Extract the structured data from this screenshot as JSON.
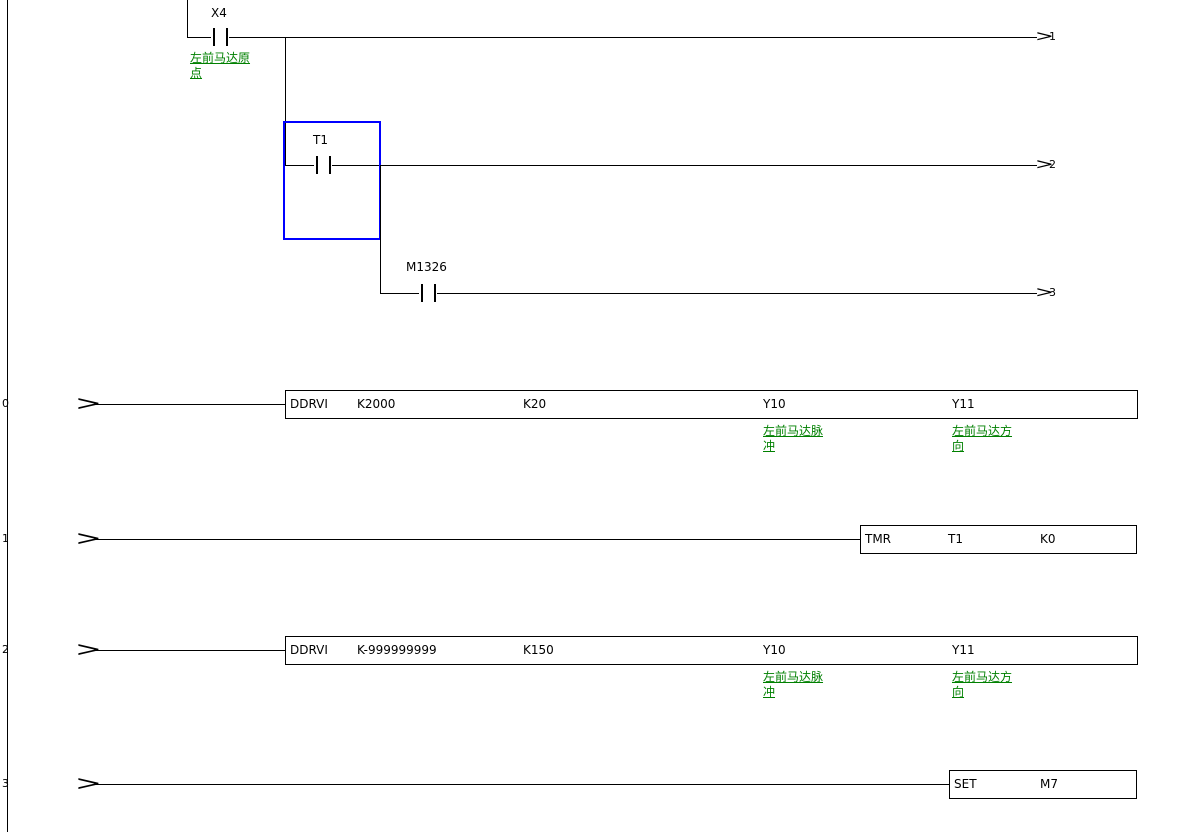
{
  "colors": {
    "wire": "#000000",
    "comment": "#008000",
    "selection_box": "#0000ff",
    "background": "#ffffff"
  },
  "top_network": {
    "x4_label": "X4",
    "x4_comment": "左前马达原\n点",
    "t1_label": "T1",
    "m1326_label": "M1326",
    "exit1": {
      "arrow": ">",
      "num": "1"
    },
    "exit2": {
      "arrow": ">",
      "num": "2"
    },
    "exit3": {
      "arrow": ">",
      "num": "3"
    }
  },
  "rungs": [
    {
      "index": "0",
      "entry": ">",
      "op": "DDRVI",
      "arg1": "K2000",
      "arg2": "K20",
      "arg3": "Y10",
      "arg4": "Y11",
      "comment_arg3": "左前马达脉\n冲",
      "comment_arg4": "左前马达方\n向"
    },
    {
      "index": "1",
      "entry": ">",
      "op": "TMR",
      "arg1": "T1",
      "arg2": "K0"
    },
    {
      "index": "2",
      "entry": ">",
      "op": "DDRVI",
      "arg1": "K-999999999",
      "arg2": "K150",
      "arg3": "Y10",
      "arg4": "Y11",
      "comment_arg3": "左前马达脉\n冲",
      "comment_arg4": "左前马达方\n向"
    },
    {
      "index": "3",
      "entry": ">",
      "op": "SET",
      "arg1": "M7"
    }
  ]
}
